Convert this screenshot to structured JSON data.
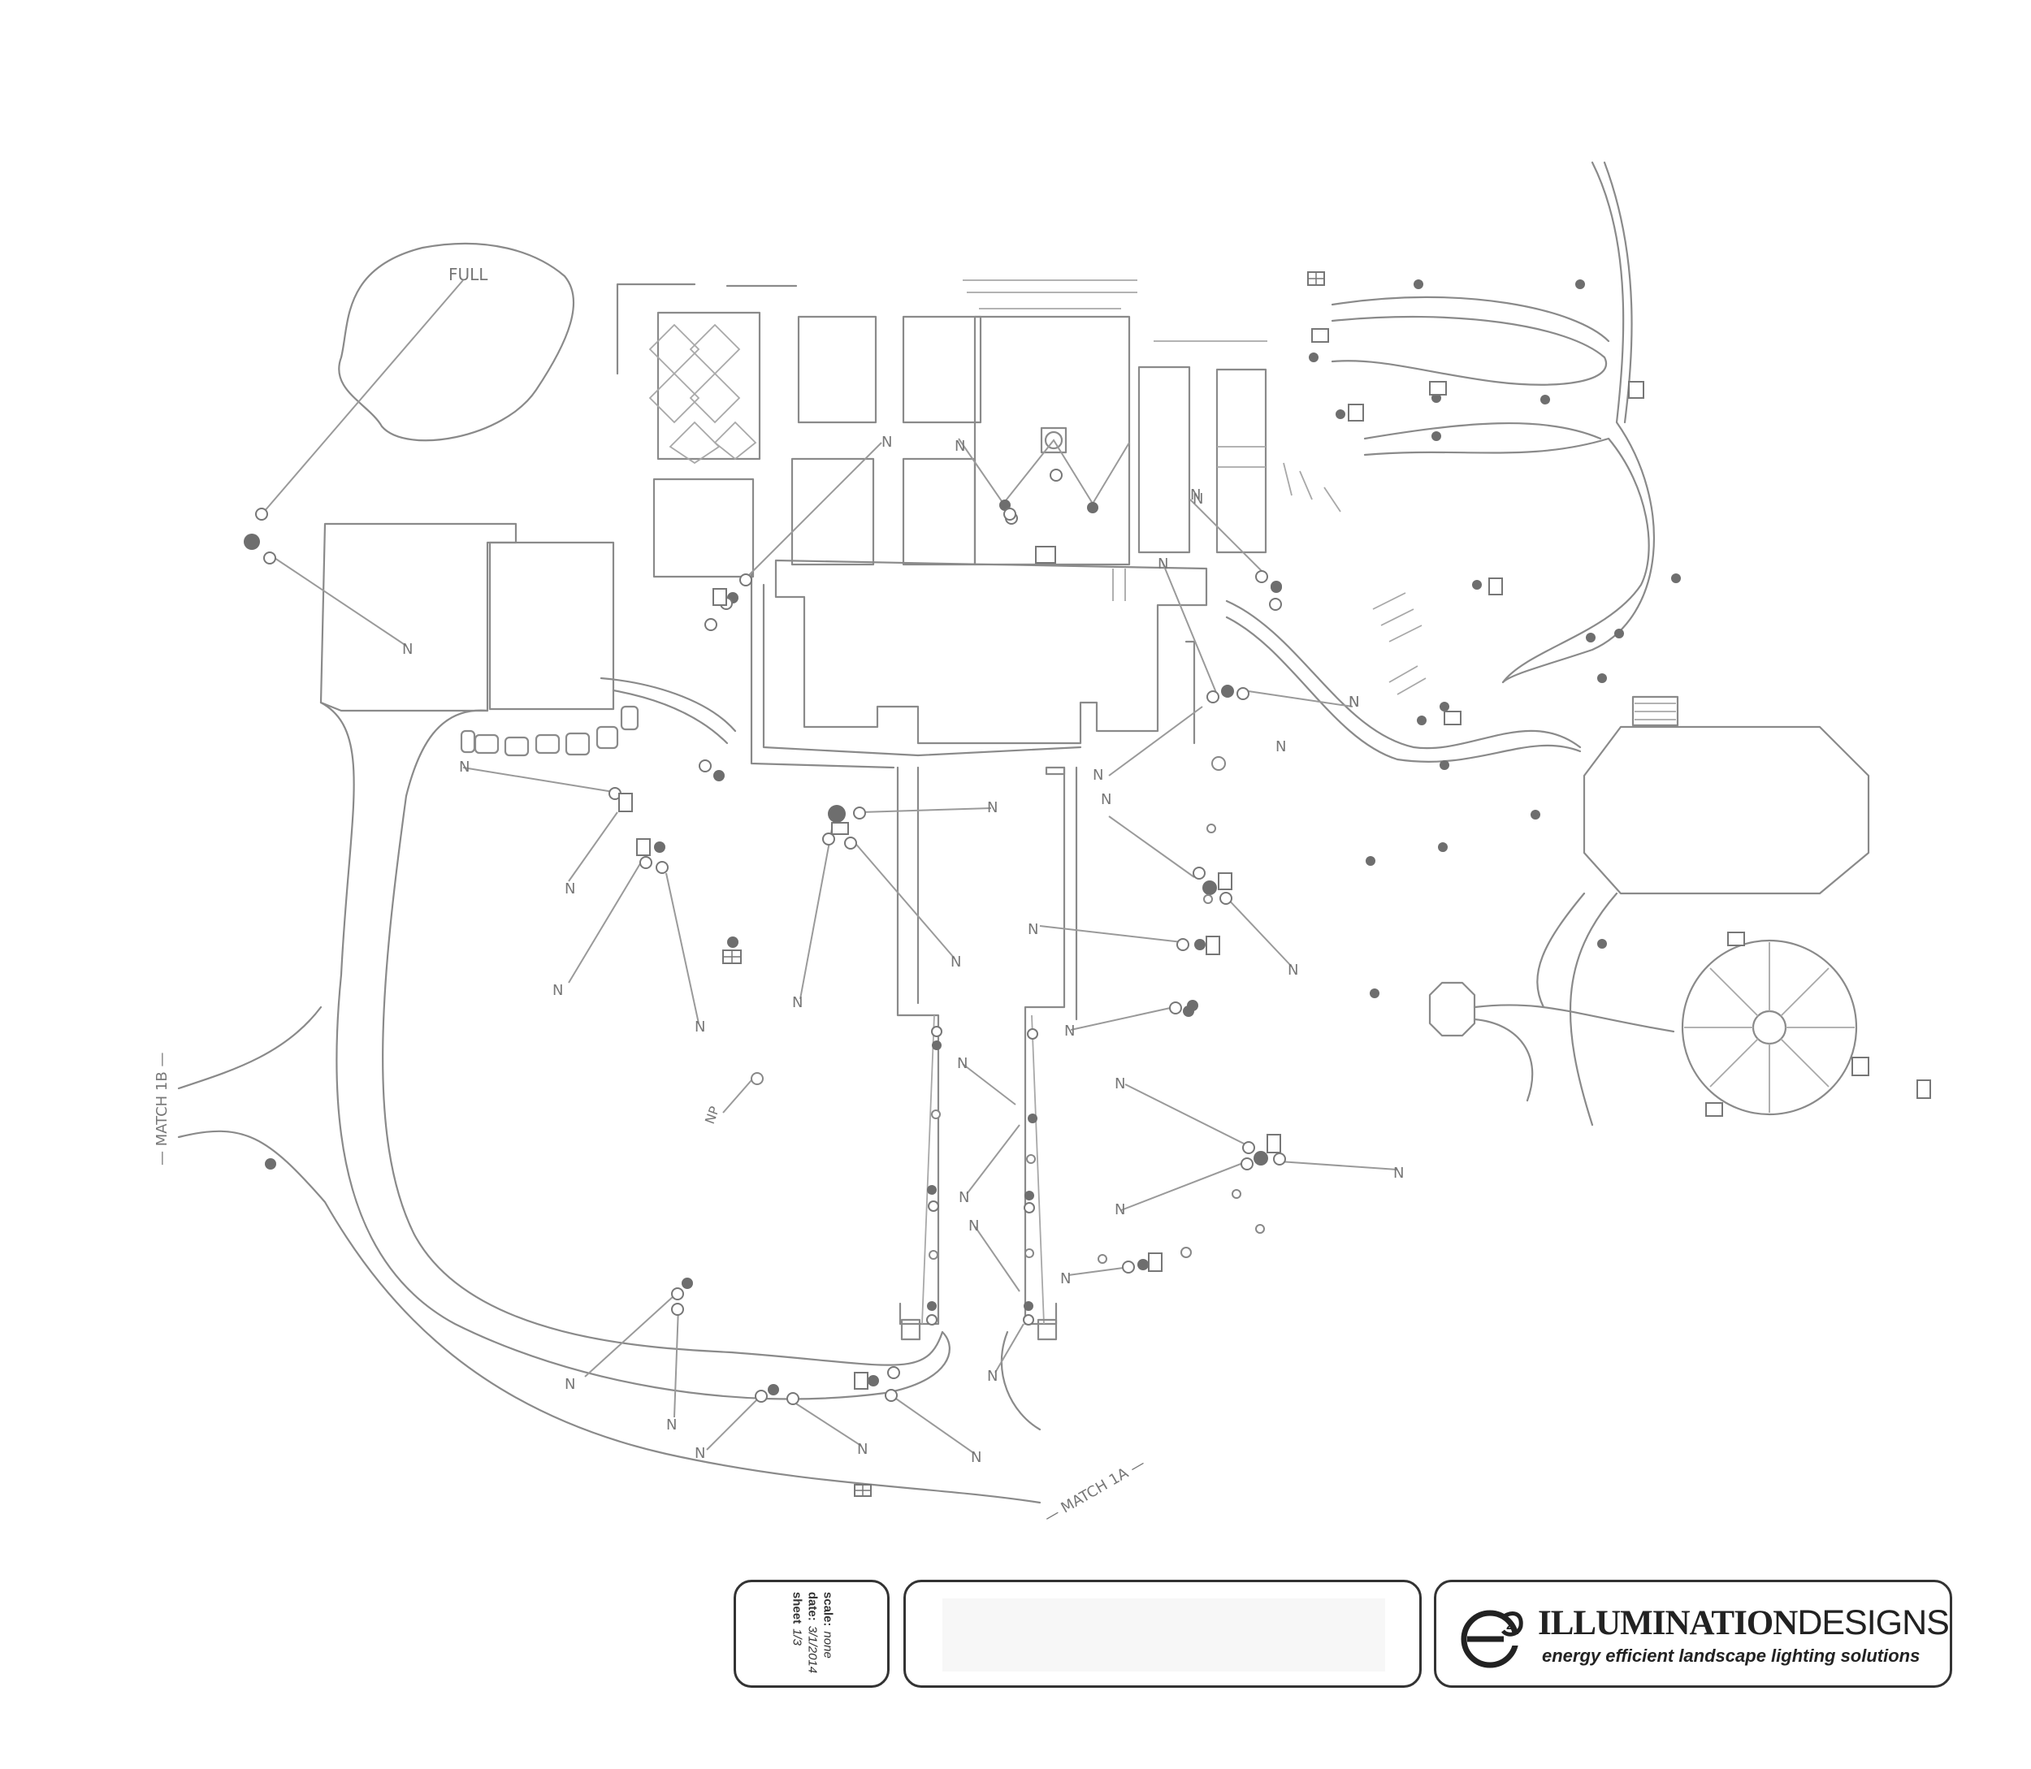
{
  "plan": {
    "area_label": "FULL",
    "match_left": "— MATCH 1B —",
    "match_bottom": "— MATCH 1A —",
    "np_label": "NP"
  },
  "title_block": {
    "scale_label": "scale:",
    "scale_value": "none",
    "date_label": "date:",
    "date_value": "3/1/2014",
    "sheet_label": "sheet",
    "sheet_value": "1/3",
    "logo_title_bold": "ILLUMINATION",
    "logo_title_light": "DESIGNS",
    "logo_tagline": "energy efficient landscape lighting solutions",
    "logo_superscript": "2"
  },
  "colors": {
    "line": "#8a8a8a",
    "fixture_dark": "#6e6e6e",
    "border": "#333333"
  },
  "icons": [
    "light-fixture-icon",
    "uplight-icon",
    "well-light-icon",
    "transformer-icon",
    "logo-e-icon"
  ]
}
